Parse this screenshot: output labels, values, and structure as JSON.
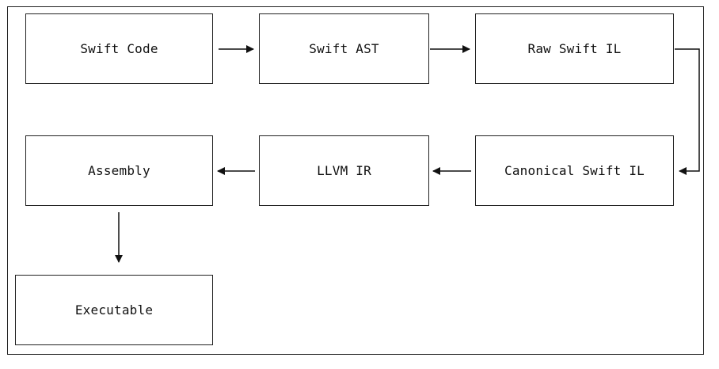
{
  "diagram": {
    "nodes": {
      "swift_code": "Swift Code",
      "swift_ast": "Swift AST",
      "raw_sil": "Raw Swift IL",
      "assembly": "Assembly",
      "llvm_ir": "LLVM IR",
      "canonical_sil": "Canonical Swift IL",
      "executable": "Executable"
    },
    "edges": [
      {
        "from": "swift_code",
        "to": "swift_ast"
      },
      {
        "from": "swift_ast",
        "to": "raw_sil"
      },
      {
        "from": "raw_sil",
        "to": "canonical_sil"
      },
      {
        "from": "canonical_sil",
        "to": "llvm_ir"
      },
      {
        "from": "llvm_ir",
        "to": "assembly"
      },
      {
        "from": "assembly",
        "to": "executable"
      }
    ],
    "colors": {
      "stroke": "#222222",
      "text": "#111111",
      "background": "#ffffff"
    }
  }
}
